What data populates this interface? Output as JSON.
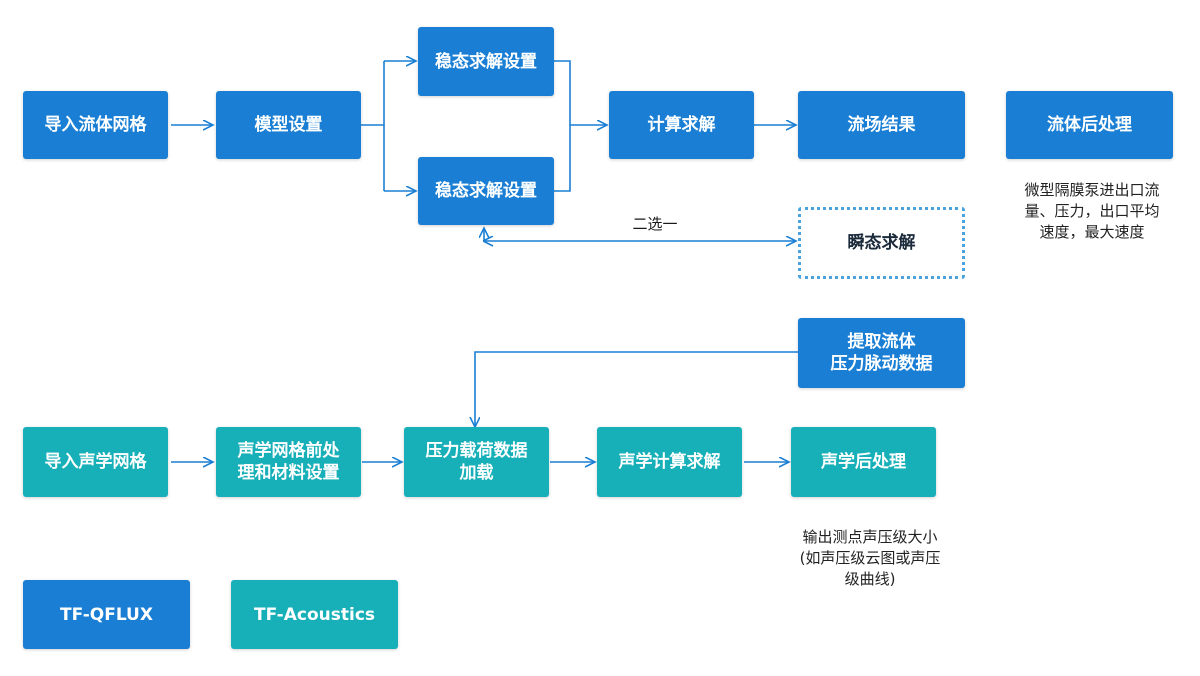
{
  "colors": {
    "blue": "#1a7fd4",
    "teal": "#17b0b8",
    "arrow": "#1a7fd4",
    "dotted_border": "#4aa3de"
  },
  "fluid_flow": {
    "import_mesh": "导入流体网格",
    "model_setup": "模型设置",
    "steady_setup_top": "稳态求解设置",
    "steady_setup_bottom": "稳态求解设置",
    "compute": "计算求解",
    "flow_result": "流场结果",
    "post_process": "流体后处理",
    "choose_one": "二选一",
    "transient": "瞬态求解",
    "post_note": "微型隔膜泵进出口流\n量、压力，出口平均\n速度，最大速度"
  },
  "acoustic_flow": {
    "extract_pressure": "提取流体\n压力脉动数据",
    "import_mesh": "导入声学网格",
    "mesh_preprocess": "声学网格前处\n理和材料设置",
    "load_data": "压力载荷数据\n加载",
    "compute": "声学计算求解",
    "post_process": "声学后处理",
    "post_note": "输出测点声压级大小\n(如声压级云图或声压\n级曲线)"
  },
  "legend": {
    "qflux": "TF-QFLUX",
    "acoustics": "TF-Acoustics"
  }
}
